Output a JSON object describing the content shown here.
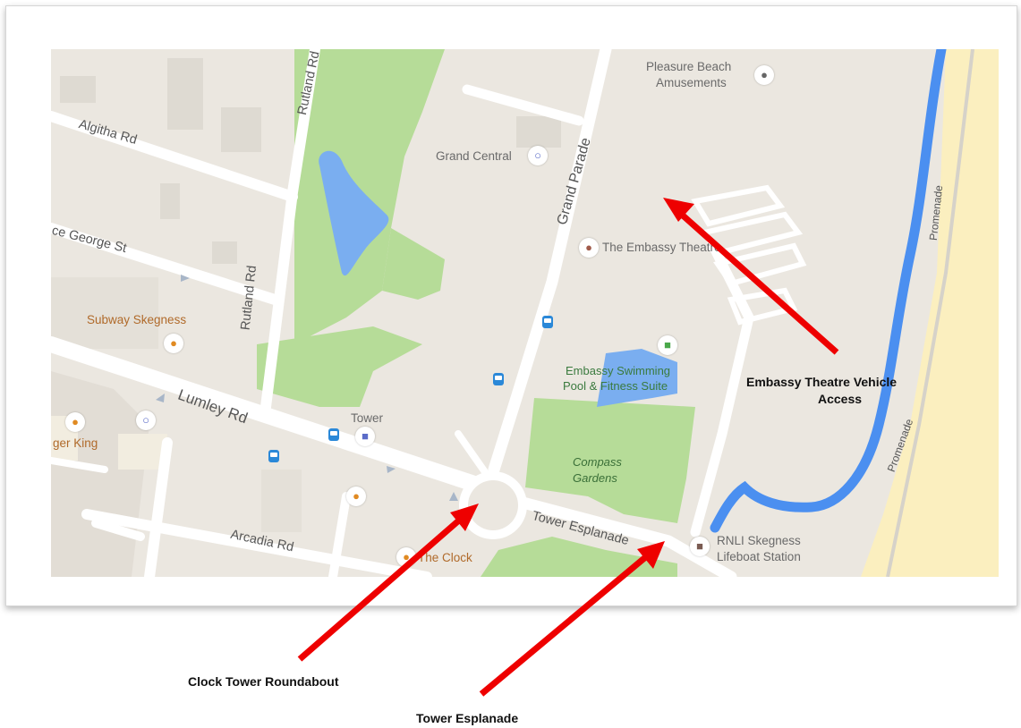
{
  "map": {
    "roads": {
      "rutland_rd_top": "Rutland Rd",
      "rutland_rd_mid": "Rutland Rd",
      "algitha_rd": "Algitha Rd",
      "prince_george_st": "ce George St",
      "lumley_rd": "Lumley Rd",
      "arcadia_rd": "Arcadia Rd",
      "grand_parade": "Grand Parade",
      "tower_esplanade": "Tower Esplanade",
      "promenade_right": "Promenade",
      "promenade_lower": "Promenade"
    },
    "places": {
      "pleasure_beach_line1": "Pleasure Beach",
      "pleasure_beach_line2": "Amusements",
      "grand_central": "Grand Central",
      "embassy_theatre": "The Embassy Theatre",
      "swimming_line1": "Embassy Swimming",
      "swimming_line2": "Pool & Fitness Suite",
      "compass_line1": "Compass",
      "compass_line2": "Gardens",
      "subway": "Subway Skegness",
      "tower": "Tower",
      "burger_king": "ger King",
      "the_clock": "The Clock",
      "rnli_line1": "RNLI Skegness",
      "rnli_line2": "Lifeboat Station"
    },
    "colors": {
      "land": "#ebe7e0",
      "park": "#b6dc98",
      "water": "#7aaef0",
      "beach": "#fbefbf",
      "river": "#4b8ff0",
      "road": "#ffffff",
      "arrow": "#ee0000"
    }
  },
  "annotations": {
    "embassy_access_line1": "Embassy Theatre Vehicle",
    "embassy_access_line2": "Access",
    "clock_tower": "Clock Tower Roundabout",
    "tower_esplanade": "Tower Esplanade"
  }
}
